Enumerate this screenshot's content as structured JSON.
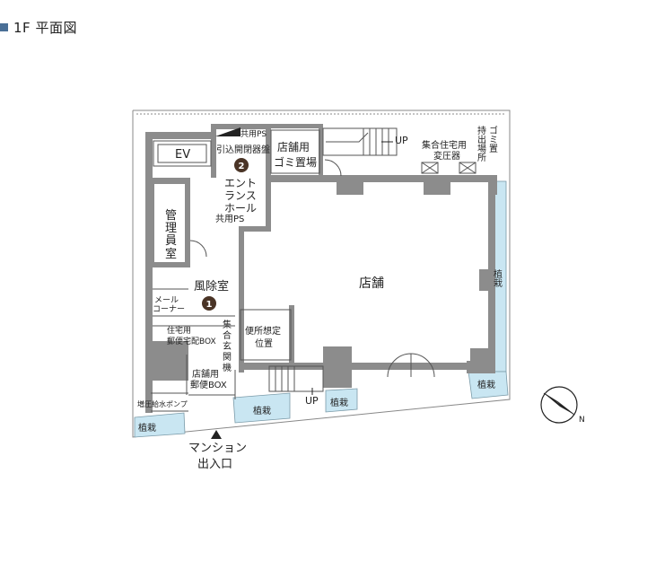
{
  "header": {
    "title": "1F 平面図"
  },
  "labels": {
    "ev": "EV",
    "ps_top": "共用PS",
    "hikikomi": "引込開閉器盤",
    "tenpo_gomi": [
      "店舗用",
      "ゴミ置場"
    ],
    "up_top": "UP",
    "jutaku_hen": [
      "集合住宅用",
      "変圧器"
    ],
    "jimoto_gomi": [
      "ゴミ置",
      "持出場所"
    ],
    "entrance": [
      "エント",
      "ランス",
      "ホール"
    ],
    "ps_mid": "共用PS",
    "kanri": [
      "管",
      "理",
      "員",
      "室"
    ],
    "shop": "店舗",
    "fuujo": "風除室",
    "mail": [
      "メール",
      "コーナー"
    ],
    "jutaku_box": [
      "住宅用",
      "郵便宅配BOX"
    ],
    "shugo": [
      "集",
      "合",
      "玄",
      "関",
      "機"
    ],
    "benjo": [
      "便所想定",
      "位置"
    ],
    "tenpo_box": [
      "店舗用",
      "郵便BOX"
    ],
    "zouatsu": "増圧給水ポンプ",
    "up_bottom": "UP",
    "shokusai": "植栽",
    "entrance_bottom": [
      "マンション",
      "出入口"
    ]
  },
  "markers": {
    "one": "1",
    "two": "2"
  },
  "compass": {
    "letter": "N"
  },
  "colors": {
    "wall": "#8c8c8c",
    "planting": "#c9e6f2",
    "outline": "#555555",
    "marker": "#4a3426",
    "accent": "#4a6f96"
  }
}
